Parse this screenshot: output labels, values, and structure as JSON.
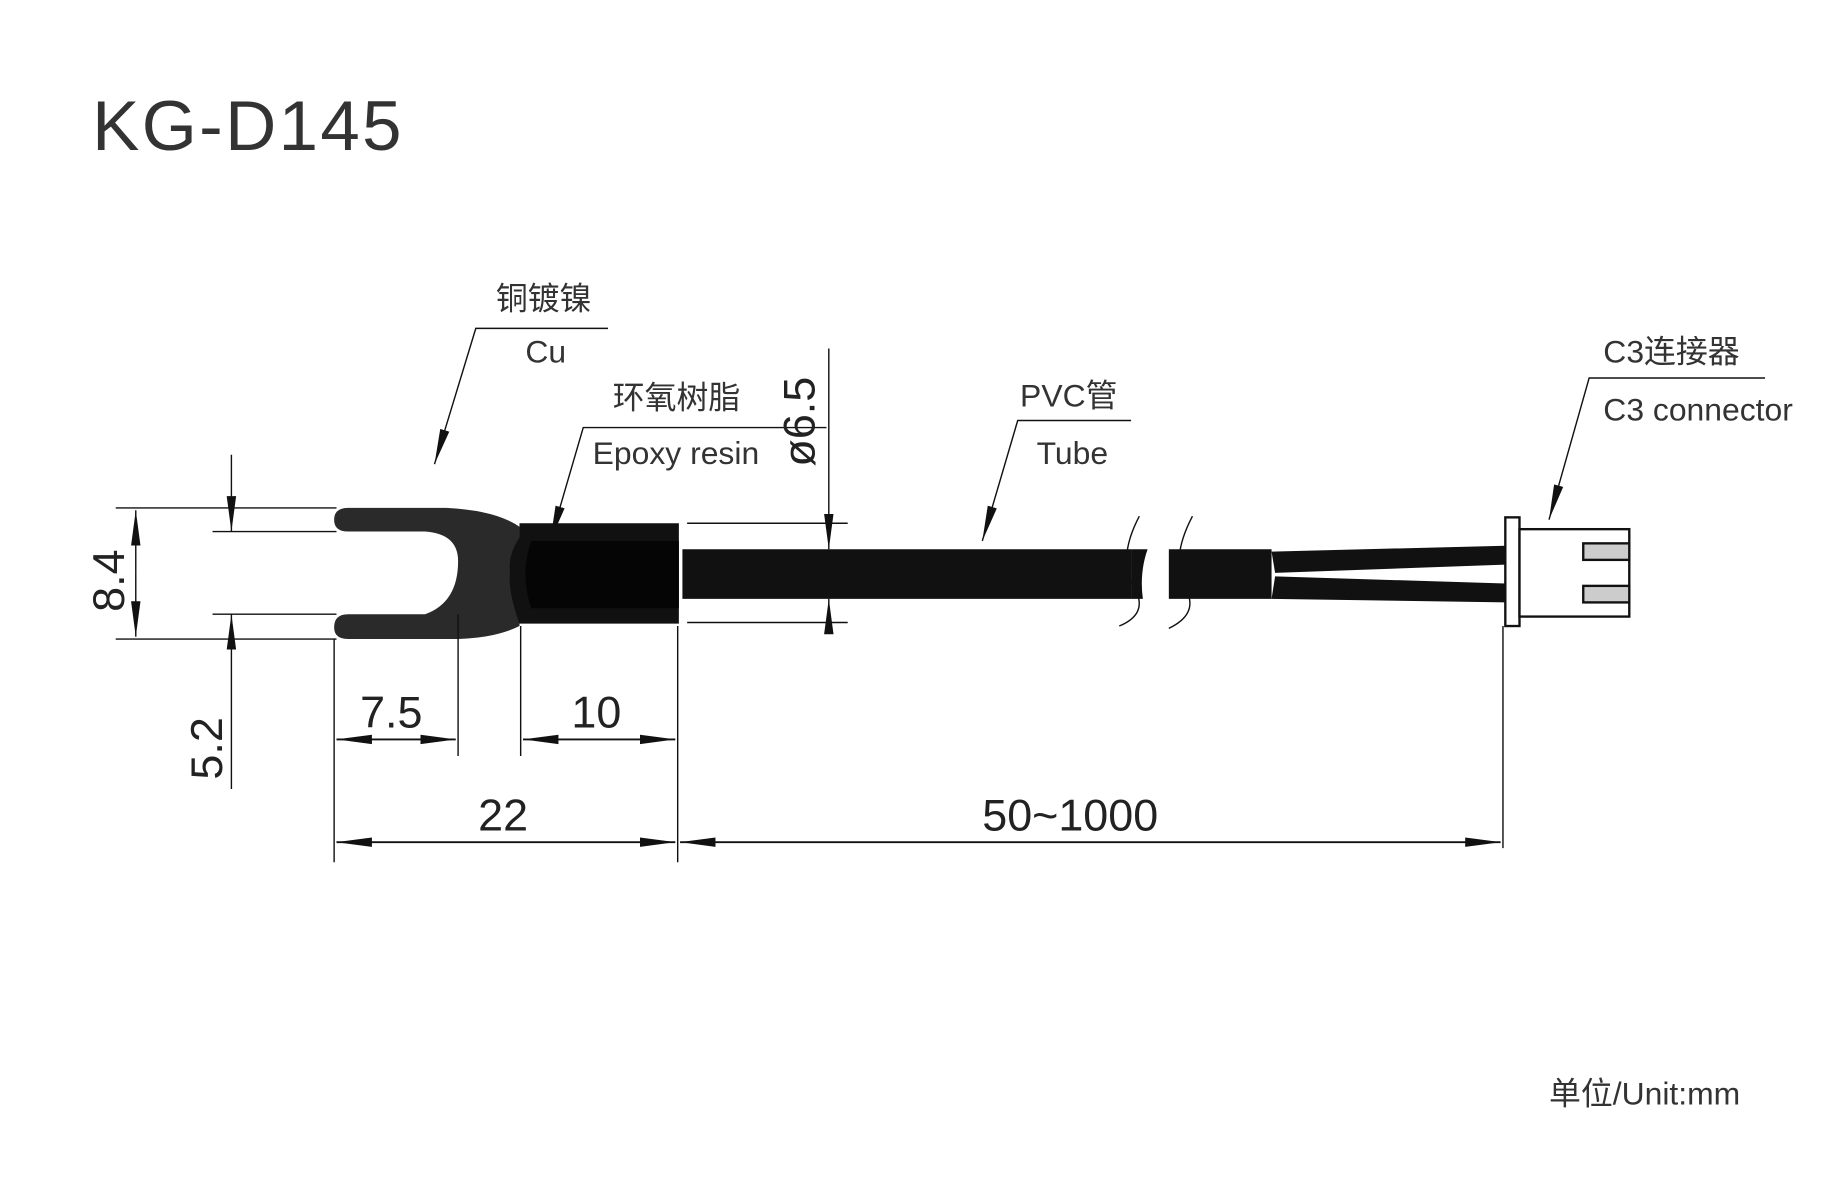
{
  "title": "KG-D145",
  "labels": {
    "terminal_cn": "铜镀镍",
    "terminal_en": "Cu",
    "epoxy_cn": "环氧树脂",
    "epoxy_en": "Epoxy resin",
    "tube_cn": "PVC管",
    "tube_en": "Tube",
    "connector_cn": "C3连接器",
    "connector_en": "C3 connector"
  },
  "dimensions": {
    "fork_height": "8.4",
    "slot_width": "5.2",
    "slot_depth": "7.5",
    "epoxy_length": "10",
    "head_length": "22",
    "cable_length": "50~1000",
    "tube_diameter": "ø6.5"
  },
  "unit": "单位/Unit:mm",
  "colors": {
    "body": "#111111",
    "fork": "#2a2a2a",
    "pin": "#cccccc"
  }
}
